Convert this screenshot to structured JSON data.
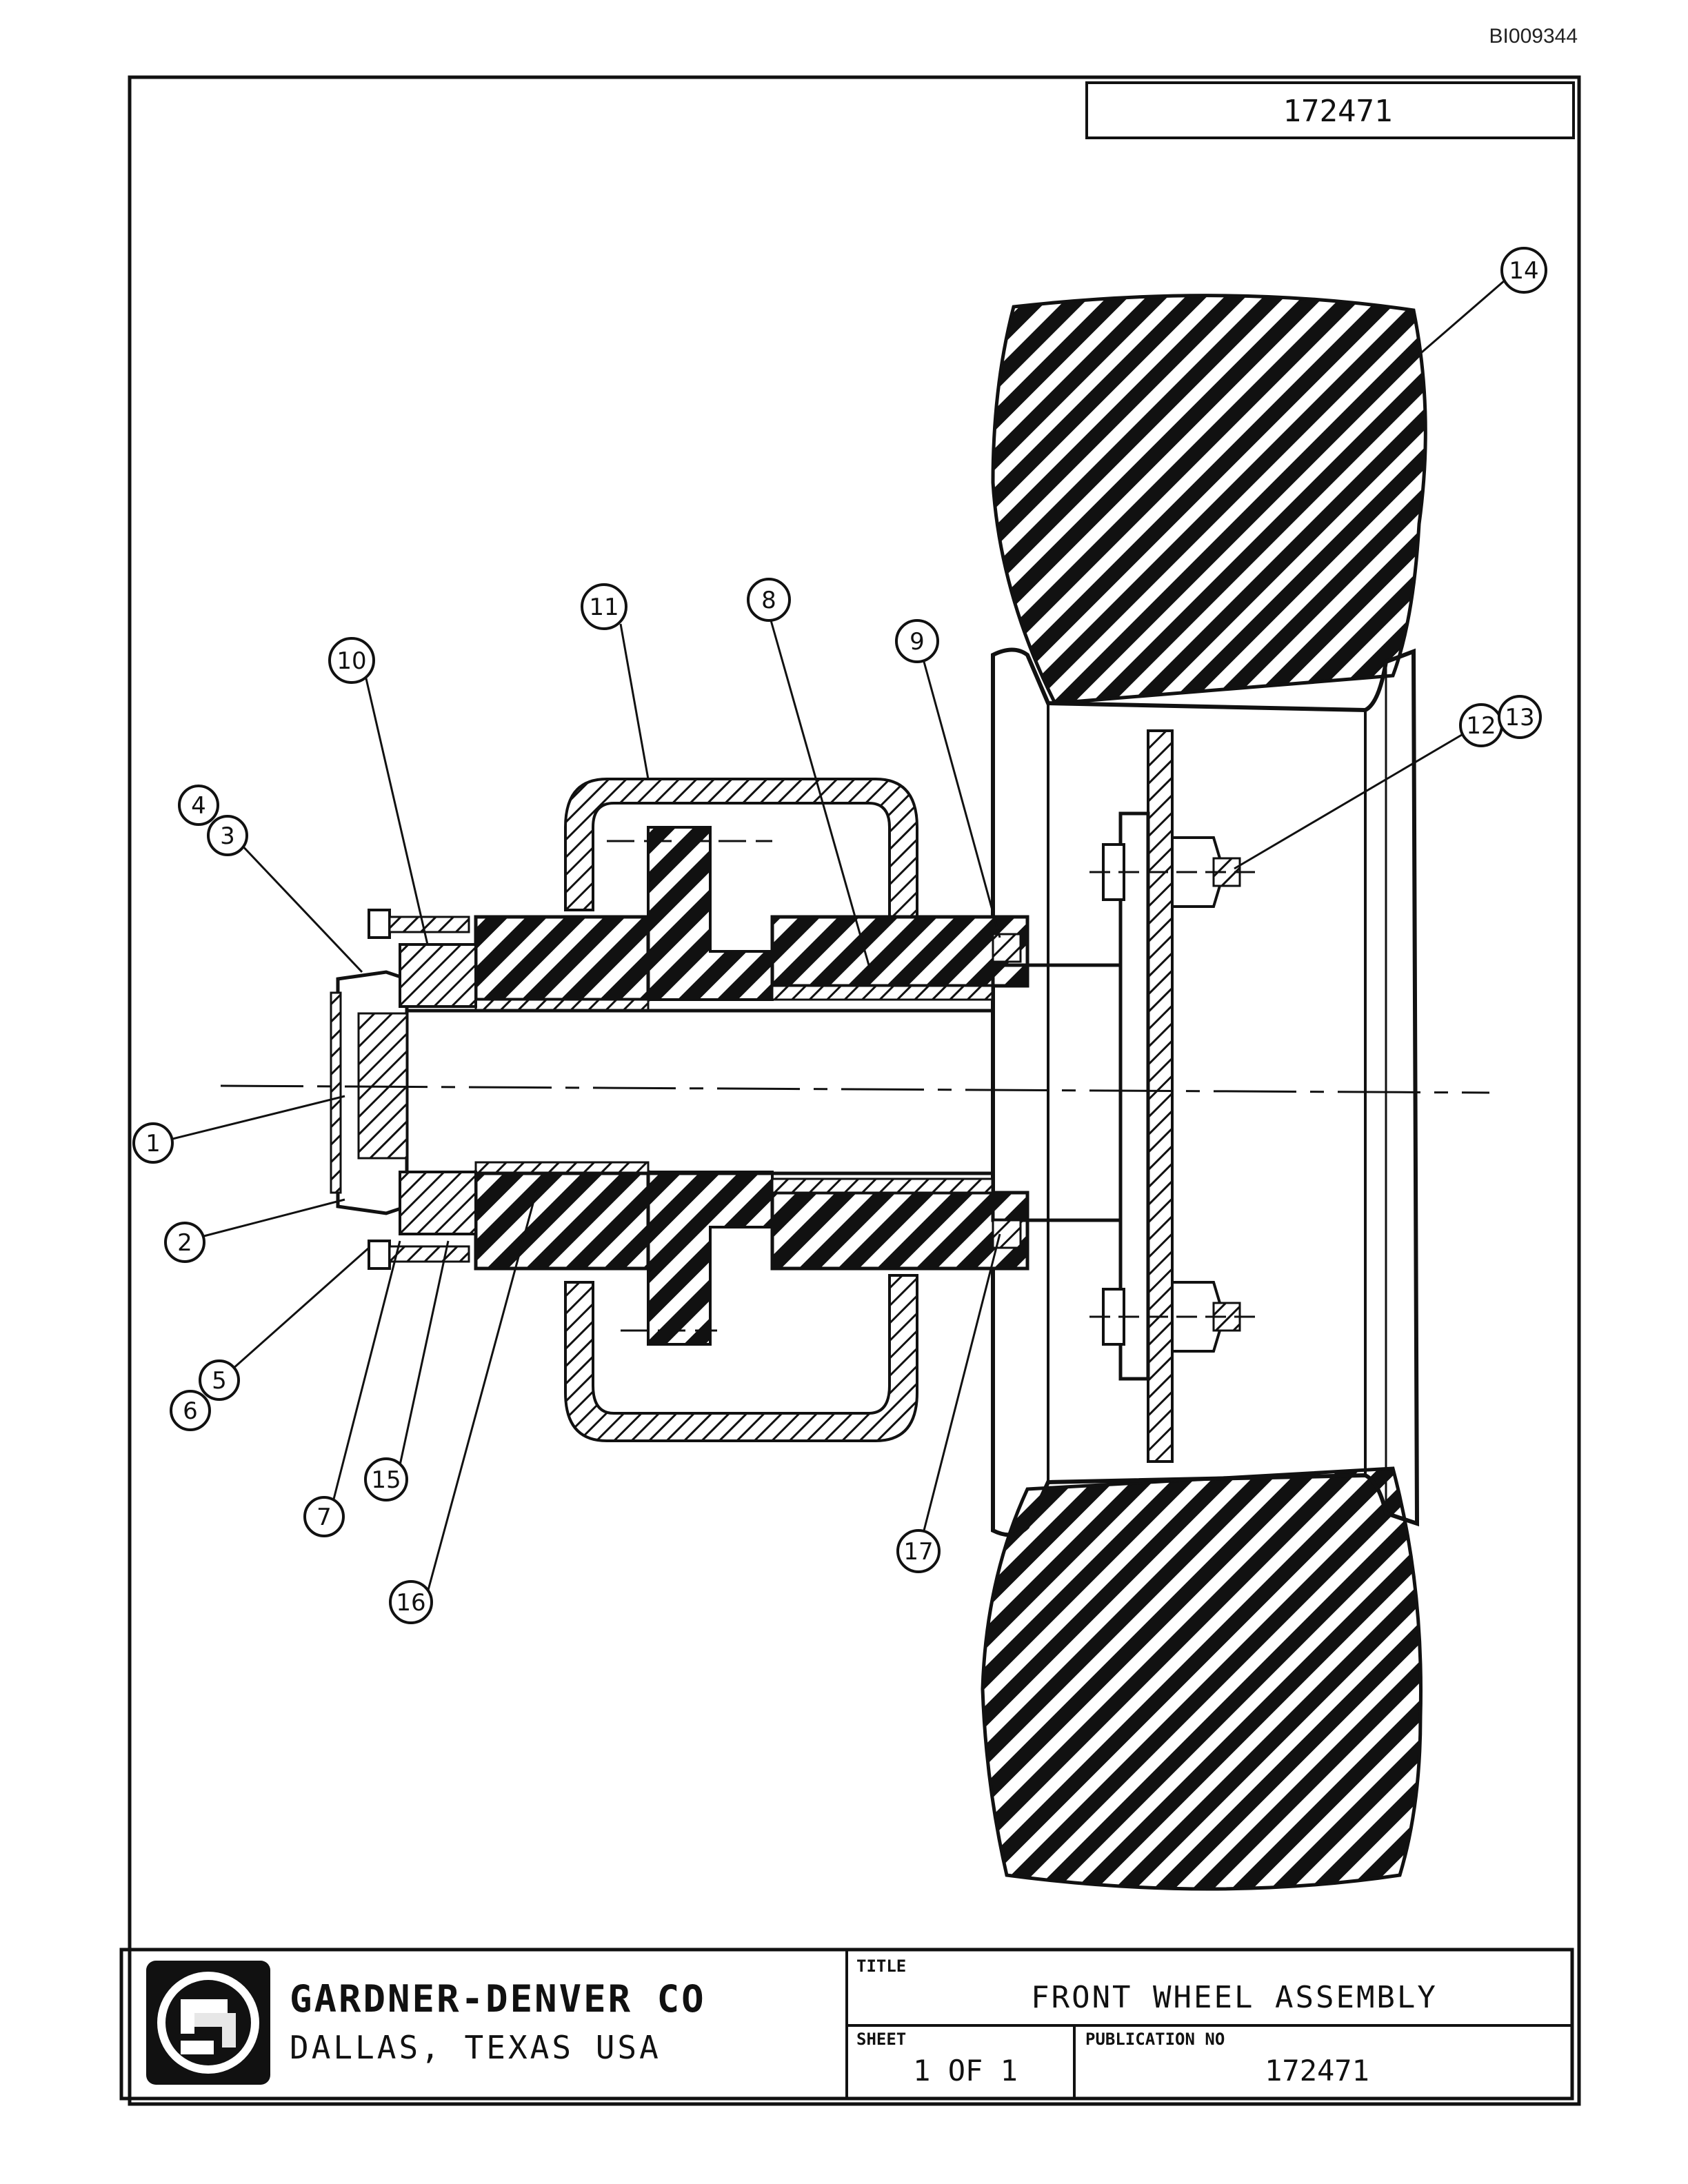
{
  "document_id": "BI009344",
  "drawing_number": "172471",
  "callouts": [
    "1",
    "2",
    "3",
    "4",
    "5",
    "6",
    "7",
    "8",
    "9",
    "10",
    "11",
    "12",
    "13",
    "14",
    "15",
    "16",
    "17"
  ],
  "title_block": {
    "company_name": "GARDNER-DENVER CO",
    "company_location": "DALLAS, TEXAS USA",
    "title_label": "TITLE",
    "title": "FRONT WHEEL ASSEMBLY",
    "sheet_label": "SHEET",
    "sheet": "1 OF 1",
    "publication_label": "PUBLICATION NO",
    "publication_no": "172471"
  }
}
